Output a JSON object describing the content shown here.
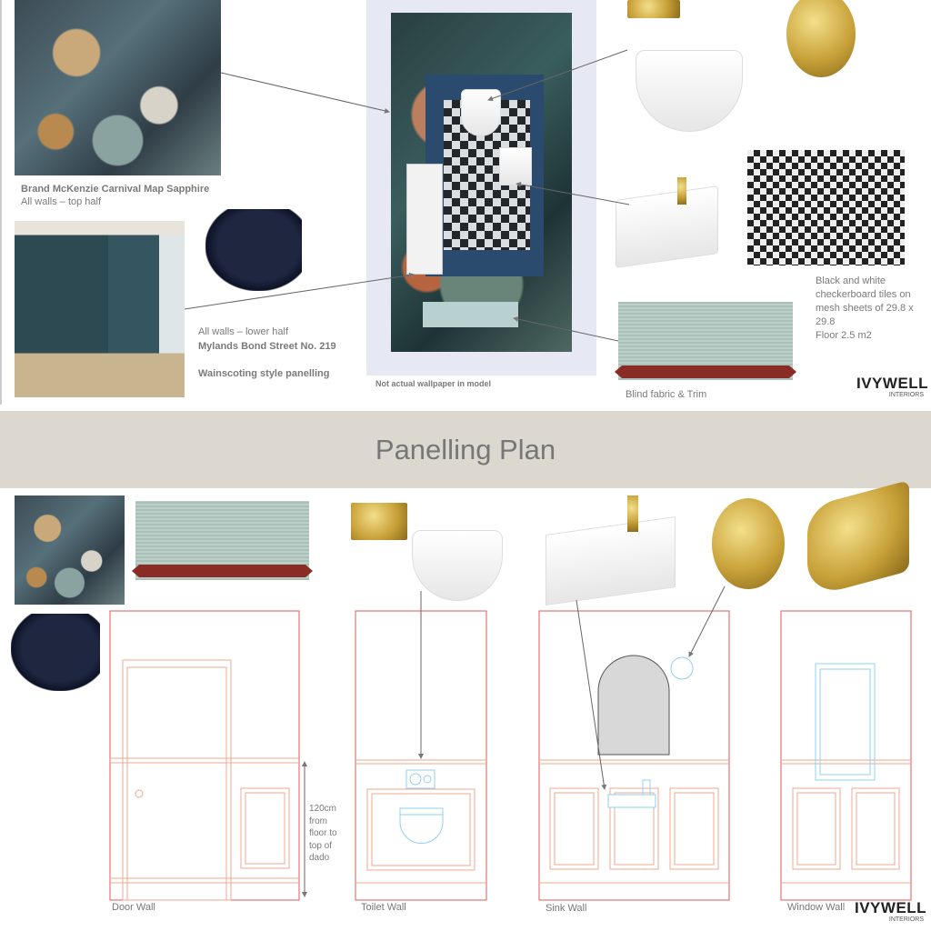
{
  "top": {
    "wallpaper_caption_bold": "Brand McKenzie Carnival Map Sapphire",
    "wallpaper_caption": "All walls – top half",
    "paint_caption_1": "All walls – lower half",
    "paint_caption_2": "Mylands Bond Street No. 219",
    "paint_caption_3": "Wainscoting style panelling",
    "plan_note": "Not actual wallpaper in model",
    "tiles_caption": [
      "Black and white",
      "checkerboard tiles on",
      "mesh sheets of 29.8 x",
      "29.8",
      "Floor 2.5 m2"
    ],
    "fabric_caption": "Blind fabric & Trim",
    "logo": "IVYWELL",
    "logo_sub": "INTERIORS"
  },
  "section_title": "Panelling Plan",
  "bottom": {
    "walls": [
      "Door Wall",
      "Toilet Wall",
      "Sink Wall",
      "Window Wall"
    ],
    "dado_note": [
      "120cm",
      "from",
      "floor to",
      "top of",
      "dado"
    ],
    "logo": "IVYWELL",
    "logo_sub": "INTERIORS"
  },
  "colors": {
    "wall_outline": "#e05a5a",
    "panel_outline": "#f0a890",
    "fixture_outline": "#8fd0f0",
    "band": "#dcd8d0",
    "trim": "#8a2c26"
  }
}
